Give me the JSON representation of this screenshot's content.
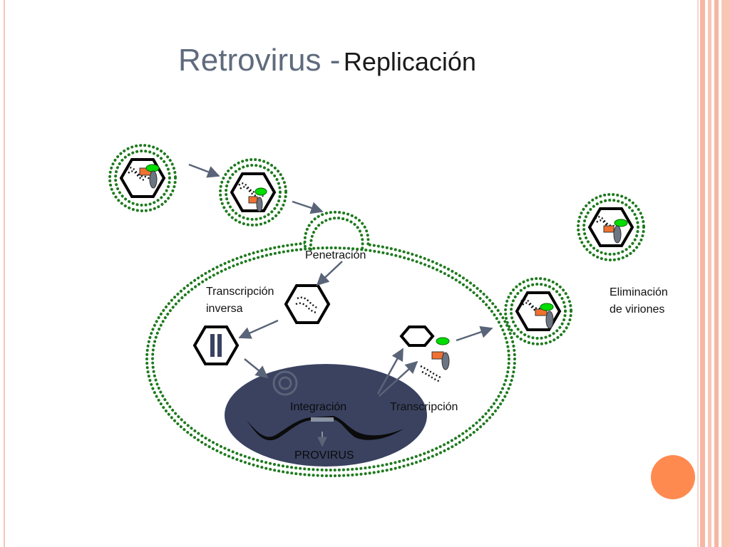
{
  "title": {
    "main": "Retrovirus -",
    "sub": "Replicación"
  },
  "labels": {
    "penetration": "Penetración",
    "reverse_transcription_line1": "Transcripción",
    "reverse_transcription_line2": "inversa",
    "integration": "Integración",
    "transcription": "Transcripción",
    "provirus": "PROVIRUS",
    "elimination_line1": "Eliminación",
    "elimination_line2": "de viriones"
  },
  "colors": {
    "envelope_dots": "#1e7a1e",
    "nucleus": "#3a4260",
    "protein_green": "#00dd00",
    "protein_orange": "#f07030",
    "protein_gray": "#6c7582",
    "arrow": "#5a6478",
    "accent_circle": "#ff8a50",
    "border_stripes": "#f7b6a3"
  }
}
